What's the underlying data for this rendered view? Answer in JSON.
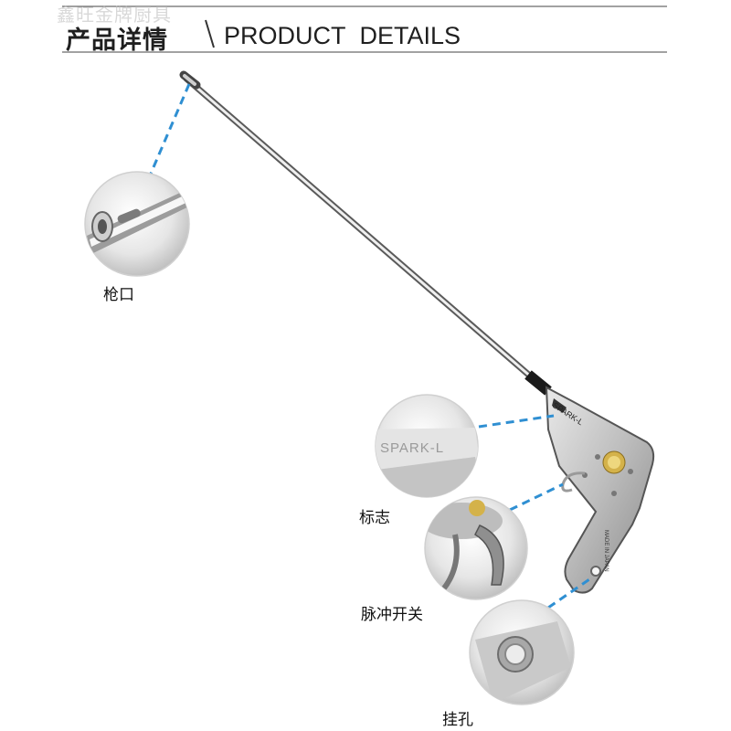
{
  "watermark": "鑫旺金牌厨具",
  "header": {
    "title_cn": "产品详情",
    "title_en": "PRODUCT  DETAILS"
  },
  "callouts": {
    "muzzle": "枪口",
    "logo": "标志",
    "pulse_switch": "脉冲开关",
    "hang_hole": "挂孔"
  },
  "product": {
    "brand_mark": "SPARK-L",
    "origin_mark": "MADE IN JAPAN"
  },
  "colors": {
    "accent_dashed": "#2f8fd2",
    "divider": "#333333"
  }
}
